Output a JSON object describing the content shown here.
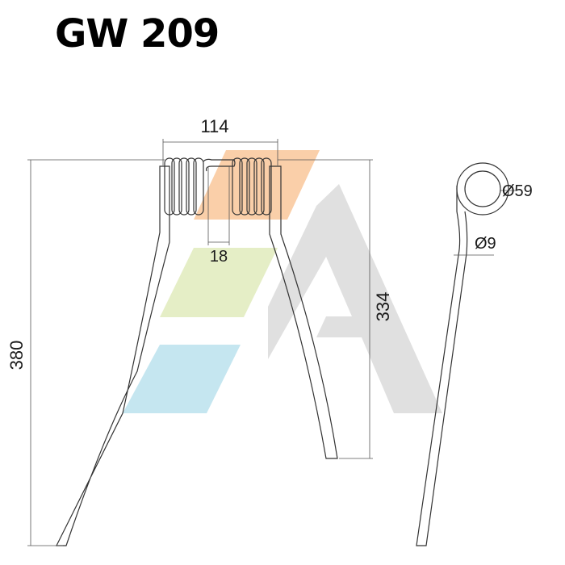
{
  "title": "GW 209",
  "dimensions": {
    "width": "114",
    "gap": "18",
    "height_total": "380",
    "height_leg": "334",
    "coil_diameter": "Ø59",
    "wire_diameter": "Ø9"
  },
  "watermark": {
    "shape": "letter-A logo",
    "colors": [
      "#f9c79a",
      "#e2ecc0",
      "#bfe3ee",
      "#d9d9d9"
    ]
  }
}
